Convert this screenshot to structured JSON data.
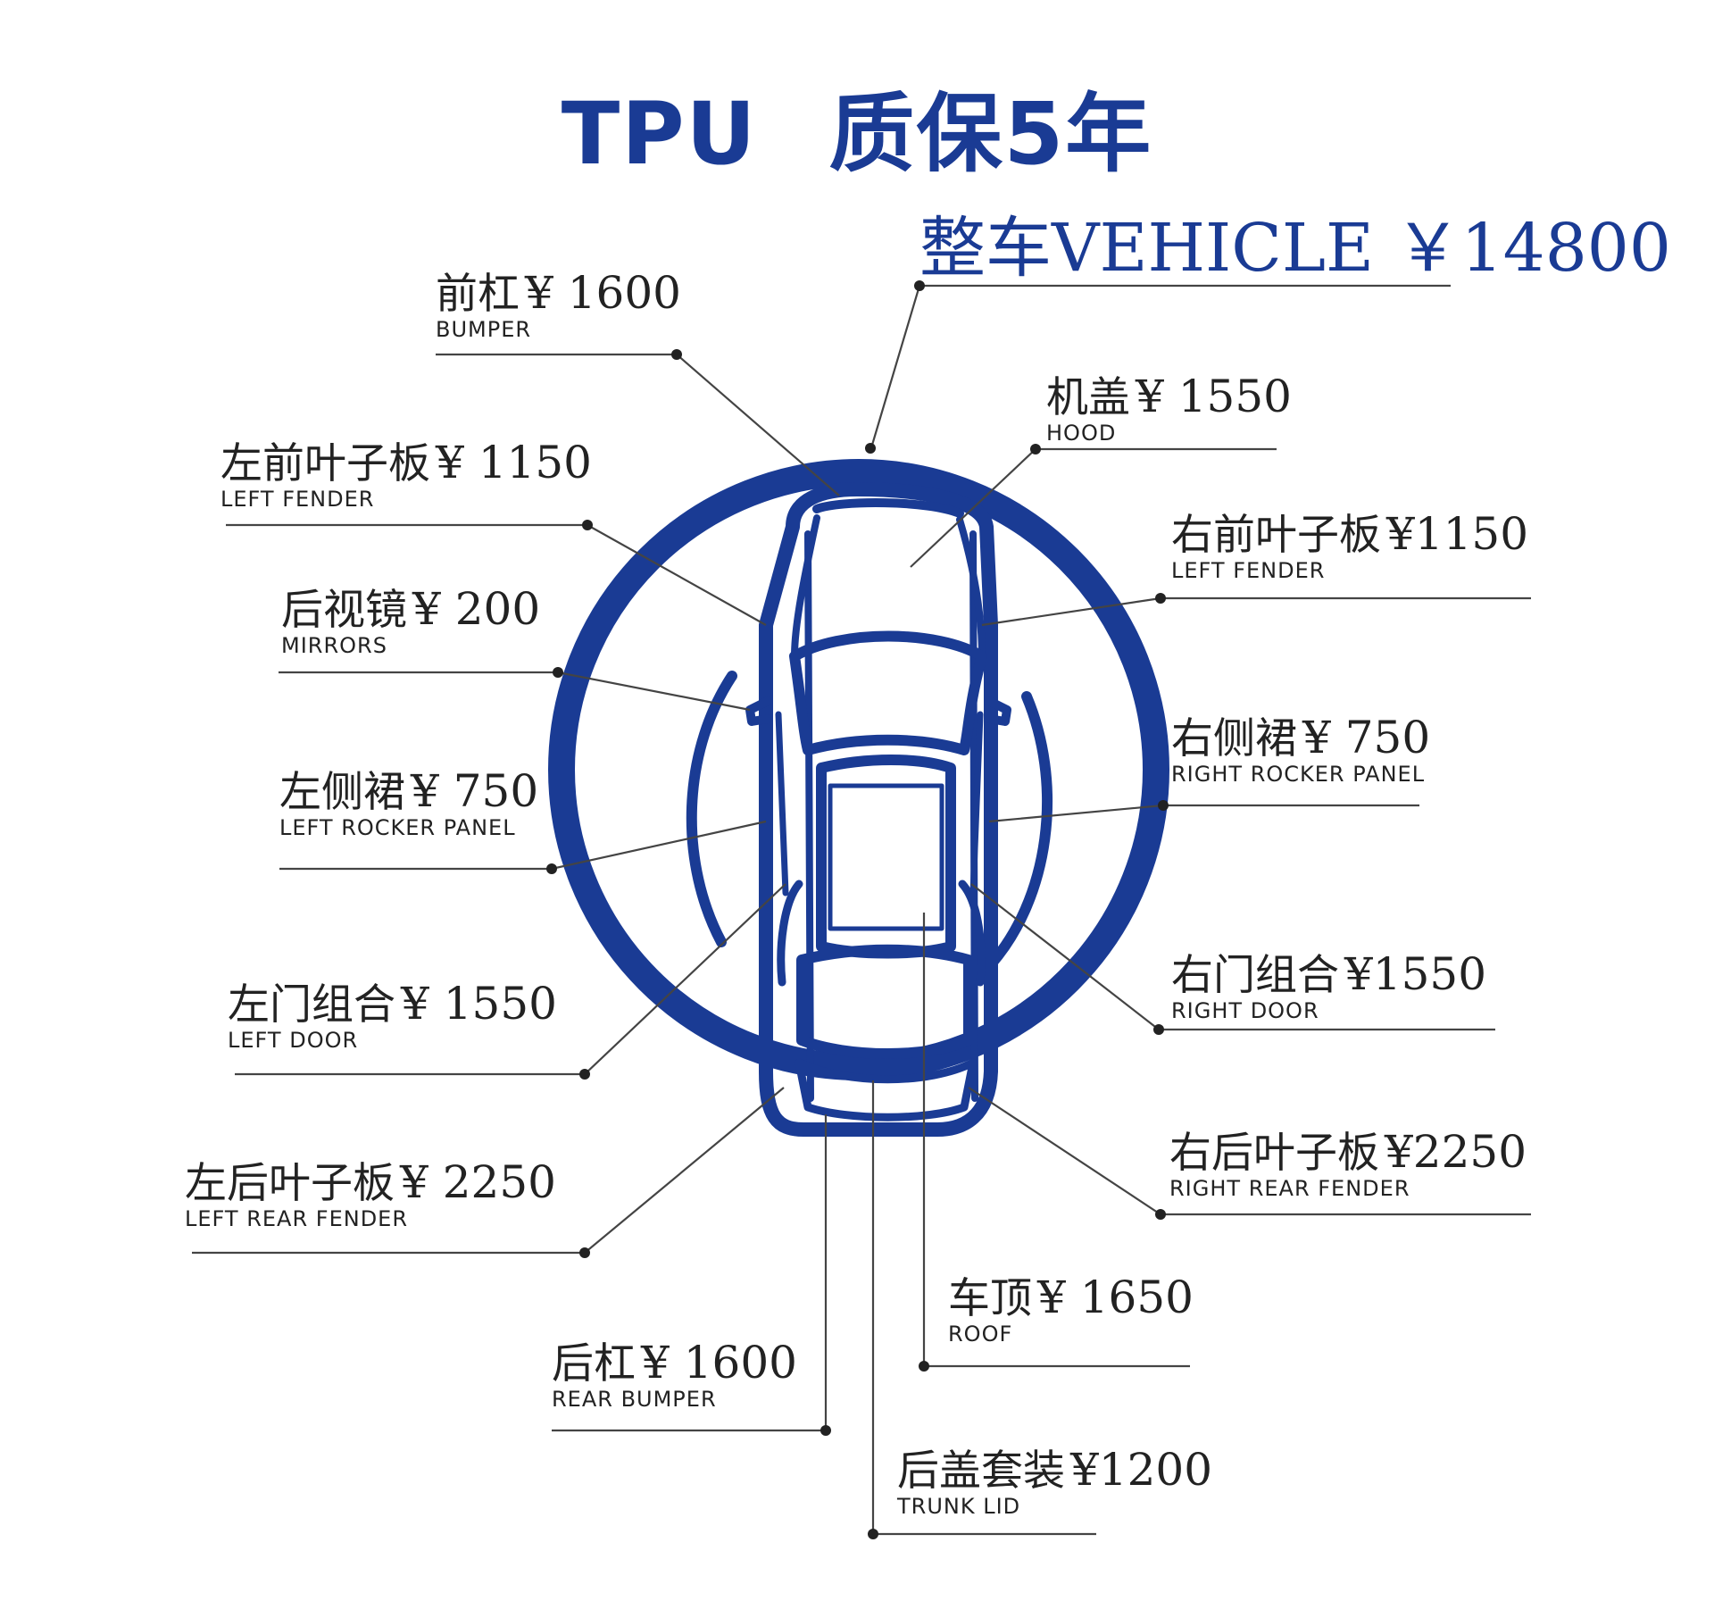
{
  "title": {
    "left": "TPU",
    "right": "质保5年"
  },
  "vehicle": {
    "label": "整车VEHICLE",
    "price": "￥14800"
  },
  "colors": {
    "brand_blue": "#1a3b94",
    "line": "#444444",
    "text": "#222222"
  },
  "icon": "car-top-view-icon",
  "parts": [
    {
      "zh": "前杠",
      "price": "¥ 1600",
      "en": "BUMPER"
    },
    {
      "zh": "机盖",
      "price": "¥ 1550",
      "en": "HOOD"
    },
    {
      "zh": "左前叶子板",
      "price": "¥  1150",
      "en": "LEFT FENDER"
    },
    {
      "zh": "右前叶子板",
      "price": "¥1150",
      "en": "LEFT FENDER"
    },
    {
      "zh": "后视镜",
      "price": "¥ 200",
      "en": "MIRRORS"
    },
    {
      "zh": "右侧裙",
      "price": "¥ 750",
      "en": "RIGHT ROCKER PANEL"
    },
    {
      "zh": "左侧裙",
      "price": "¥ 750",
      "en": "LEFT ROCKER PANEL"
    },
    {
      "zh": "左门组合",
      "price": "¥  1550",
      "en": "LEFT DOOR"
    },
    {
      "zh": "右门组合",
      "price": "¥1550",
      "en": "RIGHT DOOR"
    },
    {
      "zh": "左后叶子板",
      "price": "¥  2250",
      "en": "LEFT REAR FENDER"
    },
    {
      "zh": "右后叶子板",
      "price": "¥2250",
      "en": "RIGHT REAR FENDER"
    },
    {
      "zh": "车顶",
      "price": "¥ 1650",
      "en": "ROOF"
    },
    {
      "zh": "后杠",
      "price": "¥ 1600",
      "en": "REAR BUMPER"
    },
    {
      "zh": "后盖套装",
      "price": "¥1200",
      "en": "TRUNK LID"
    }
  ]
}
